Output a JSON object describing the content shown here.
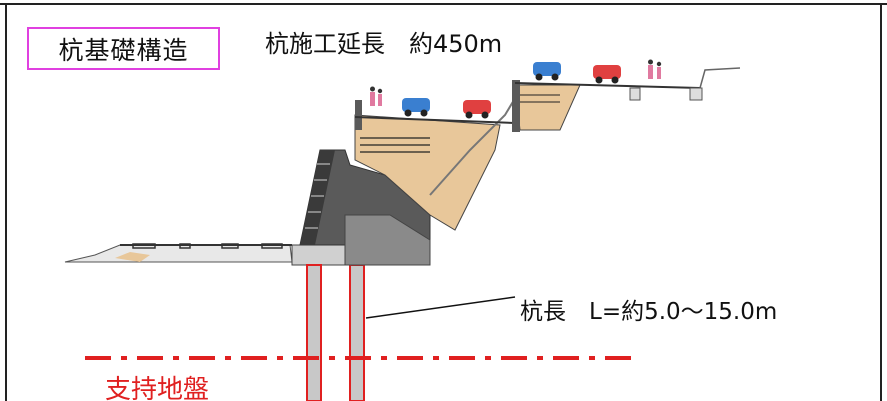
{
  "title": "杭基礎構造",
  "subtitle": "杭施工延長　約450m",
  "pile_length_label": "杭長　L=約5.0～15.0m",
  "support_layer_label": "支持地盤",
  "colors": {
    "title_border": "#e040e0",
    "support_line": "#e02020",
    "pile_outline": "#e02020",
    "pile_fill": "#c8c8c8",
    "soil_fill": "#e8c79a",
    "concrete_dark": "#5a5a5a",
    "concrete_mid": "#8a8a8a",
    "car_blue": "#3a7fd0",
    "car_red": "#e04040"
  }
}
